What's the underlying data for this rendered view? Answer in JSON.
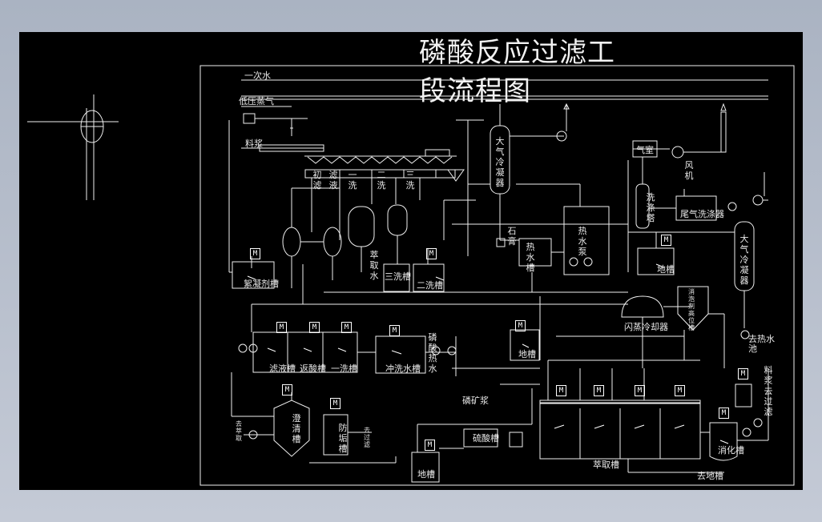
{
  "title": {
    "line1": "磷酸反应过滤工",
    "line2": "段流程图"
  },
  "labels": {
    "primary_water": "一次水",
    "low_pressure_steam": "低压蒸气",
    "slurry": "料浆",
    "first_filtrate": "初滤",
    "first_wash": "一洗",
    "second_wash": "二洗",
    "third_wash": "三洗",
    "filtrate_trough": "滤液",
    "flocculant_tank": "絮凝剂槽",
    "extraction_water": "萃取水",
    "third_wash_tank": "三洗槽",
    "second_wash_tank": "二洗槽",
    "barometric_condenser_1": "大气冷凝器",
    "barometric_condenser_2": "大气冷凝器",
    "hot_water_tank": "热水槽",
    "hot_water_pump": "热水泵",
    "stone_tank": "石膏",
    "exhaust_fan": "风机",
    "dust_collector": "气室",
    "wash_tower": "洗涤塔",
    "tail_gas_scrubber": "尾气洗涤器",
    "floor_sump_1": "地槽",
    "floor_sump_2": "地槽",
    "floor_sump_3": "地槽",
    "filtrate_tank": "滤液槽",
    "acid_return_tank": "返酸槽",
    "first_wash_tank": "一洗槽",
    "flush_water_tank": "冲洗水槽",
    "phosphoric_hot_water": "磷酸热水",
    "flash_cooler": "闪蒸冷却器",
    "defoamer_tank": "消泡剂高位槽",
    "to_hot_water_pool": "去热水池",
    "slurry_to_filter": "料浆去过滤",
    "phosphate_slurry": "磷矿浆",
    "thickener": "澄清槽",
    "digestion_tank": "消化槽",
    "sulfuric_acid_tank": "硫酸槽",
    "extraction_tank": "萃取槽",
    "to_floor_sump": "去地槽",
    "anti_scale_tank": "防垢槽",
    "to_extraction": "去萃取",
    "to_filter": "去过滤",
    "motor": "M"
  }
}
